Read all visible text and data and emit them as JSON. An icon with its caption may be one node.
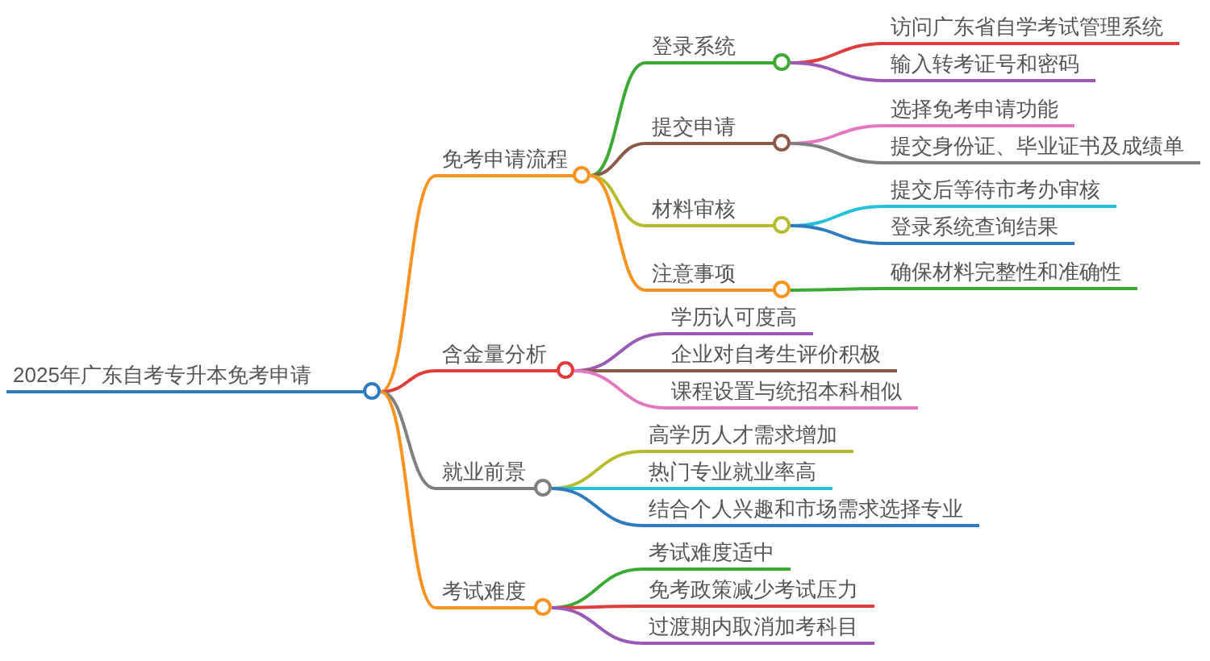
{
  "diagram": {
    "nodes": [
      {
        "text": [
          "2025年广东自考专升本免考申请"
        ]
      },
      {
        "text": [
          "免考申请流程"
        ]
      },
      {
        "text": [
          "登录系统"
        ]
      },
      {
        "text": [
          "访问广东省自学考试管理系统"
        ]
      },
      {
        "text": [
          "输入转考证号和密码"
        ]
      },
      {
        "text": [
          "提交申请"
        ]
      },
      {
        "text": [
          "选择免考申请功能"
        ]
      },
      {
        "text": [
          "提交身份证、毕业证书及成绩单"
        ]
      },
      {
        "text": [
          "材料审核"
        ]
      },
      {
        "text": [
          "提交后等待市考办审核"
        ]
      },
      {
        "text": [
          "登录系统查询结果"
        ]
      },
      {
        "text": [
          "注意事项"
        ]
      },
      {
        "text": [
          "确保材料完整性和准确性"
        ]
      },
      {
        "text": [
          "含金量分析"
        ]
      },
      {
        "text": [
          "学历认可度高"
        ]
      },
      {
        "text": [
          "企业对自考生评价积极"
        ]
      },
      {
        "text": [
          "课程设置与统招本科相似"
        ]
      },
      {
        "text": [
          "就业前景"
        ]
      },
      {
        "text": [
          "高学历人才需求增加"
        ]
      },
      {
        "text": [
          "热门专业就业率高"
        ]
      },
      {
        "text": [
          "结合个人兴趣和市场需求选择专业"
        ]
      },
      {
        "text": [
          "考试难度"
        ]
      },
      {
        "text": [
          "考试难度适中"
        ]
      },
      {
        "text": [
          "免考政策减少考试压力"
        ]
      },
      {
        "text": [
          "过渡期内取消加考科目"
        ]
      }
    ],
    "edges": [
      {
        "from": 0,
        "to": 1,
        "arrow": "none",
        "color": "#f7931e"
      },
      {
        "from": 1,
        "to": 2,
        "arrow": "none",
        "color": "#3aaa35"
      },
      {
        "from": 2,
        "to": 3,
        "arrow": "none",
        "color": "#e03c3c"
      },
      {
        "from": 2,
        "to": 4,
        "arrow": "none",
        "color": "#9b59b6"
      },
      {
        "from": 1,
        "to": 5,
        "arrow": "none",
        "color": "#8b5a4a"
      },
      {
        "from": 5,
        "to": 6,
        "arrow": "none",
        "color": "#e377c2"
      },
      {
        "from": 5,
        "to": 7,
        "arrow": "none",
        "color": "#7f7f7f"
      },
      {
        "from": 1,
        "to": 8,
        "arrow": "none",
        "color": "#b5bd2c"
      },
      {
        "from": 8,
        "to": 9,
        "arrow": "none",
        "color": "#26c0d8"
      },
      {
        "from": 8,
        "to": 10,
        "arrow": "none",
        "color": "#2e7bbf"
      },
      {
        "from": 1,
        "to": 11,
        "arrow": "none",
        "color": "#f7931e"
      },
      {
        "from": 11,
        "to": 12,
        "arrow": "none",
        "color": "#3aaa35"
      },
      {
        "from": 0,
        "to": 13,
        "arrow": "none",
        "color": "#e03c3c"
      },
      {
        "from": 13,
        "to": 14,
        "arrow": "none",
        "color": "#9b59b6"
      },
      {
        "from": 13,
        "to": 15,
        "arrow": "none",
        "color": "#8b5a4a"
      },
      {
        "from": 13,
        "to": 16,
        "arrow": "none",
        "color": "#e377c2"
      },
      {
        "from": 0,
        "to": 17,
        "arrow": "none",
        "color": "#7f7f7f"
      },
      {
        "from": 17,
        "to": 18,
        "arrow": "none",
        "color": "#b5bd2c"
      },
      {
        "from": 17,
        "to": 19,
        "arrow": "none",
        "color": "#26c0d8"
      },
      {
        "from": 17,
        "to": 20,
        "arrow": "none",
        "color": "#2e7bbf"
      },
      {
        "from": 0,
        "to": 21,
        "arrow": "none",
        "color": "#f7931e"
      },
      {
        "from": 21,
        "to": 22,
        "arrow": "none",
        "color": "#3aaa35"
      },
      {
        "from": 21,
        "to": 23,
        "arrow": "none",
        "color": "#e03c3c"
      },
      {
        "from": 21,
        "to": 24,
        "arrow": "none",
        "color": "#9b59b6"
      }
    ]
  }
}
